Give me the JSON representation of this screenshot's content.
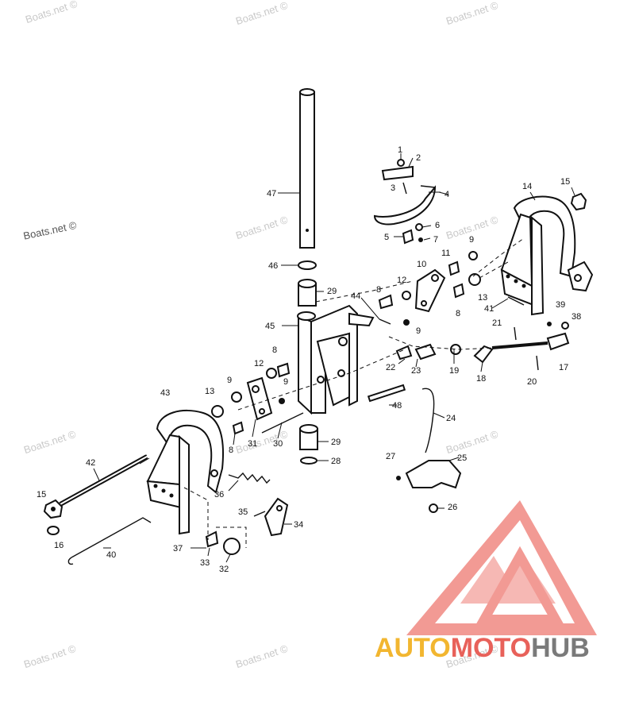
{
  "watermark": {
    "text": "Boats.net ©"
  },
  "logo": {
    "part1": "AUTO",
    "part2": "MOTO",
    "part3": "HUB",
    "colors": {
      "auto": "#f2b630",
      "moto": "#e8615a",
      "hub": "#7a7a7a",
      "triangle": "#f29a94"
    }
  },
  "part_numbers": [
    "1",
    "2",
    "3",
    "4",
    "5",
    "6",
    "7",
    "8",
    "8",
    "8",
    "8",
    "9",
    "9",
    "9",
    "9",
    "10",
    "11",
    "12",
    "12",
    "13",
    "13",
    "14",
    "15",
    "15",
    "16",
    "17",
    "18",
    "19",
    "20",
    "21",
    "22",
    "23",
    "24",
    "25",
    "26",
    "27",
    "28",
    "29",
    "29",
    "30",
    "31",
    "32",
    "33",
    "34",
    "35",
    "36",
    "37",
    "38",
    "39",
    "40",
    "41",
    "42",
    "43",
    "44",
    "45",
    "46",
    "47",
    "48"
  ]
}
